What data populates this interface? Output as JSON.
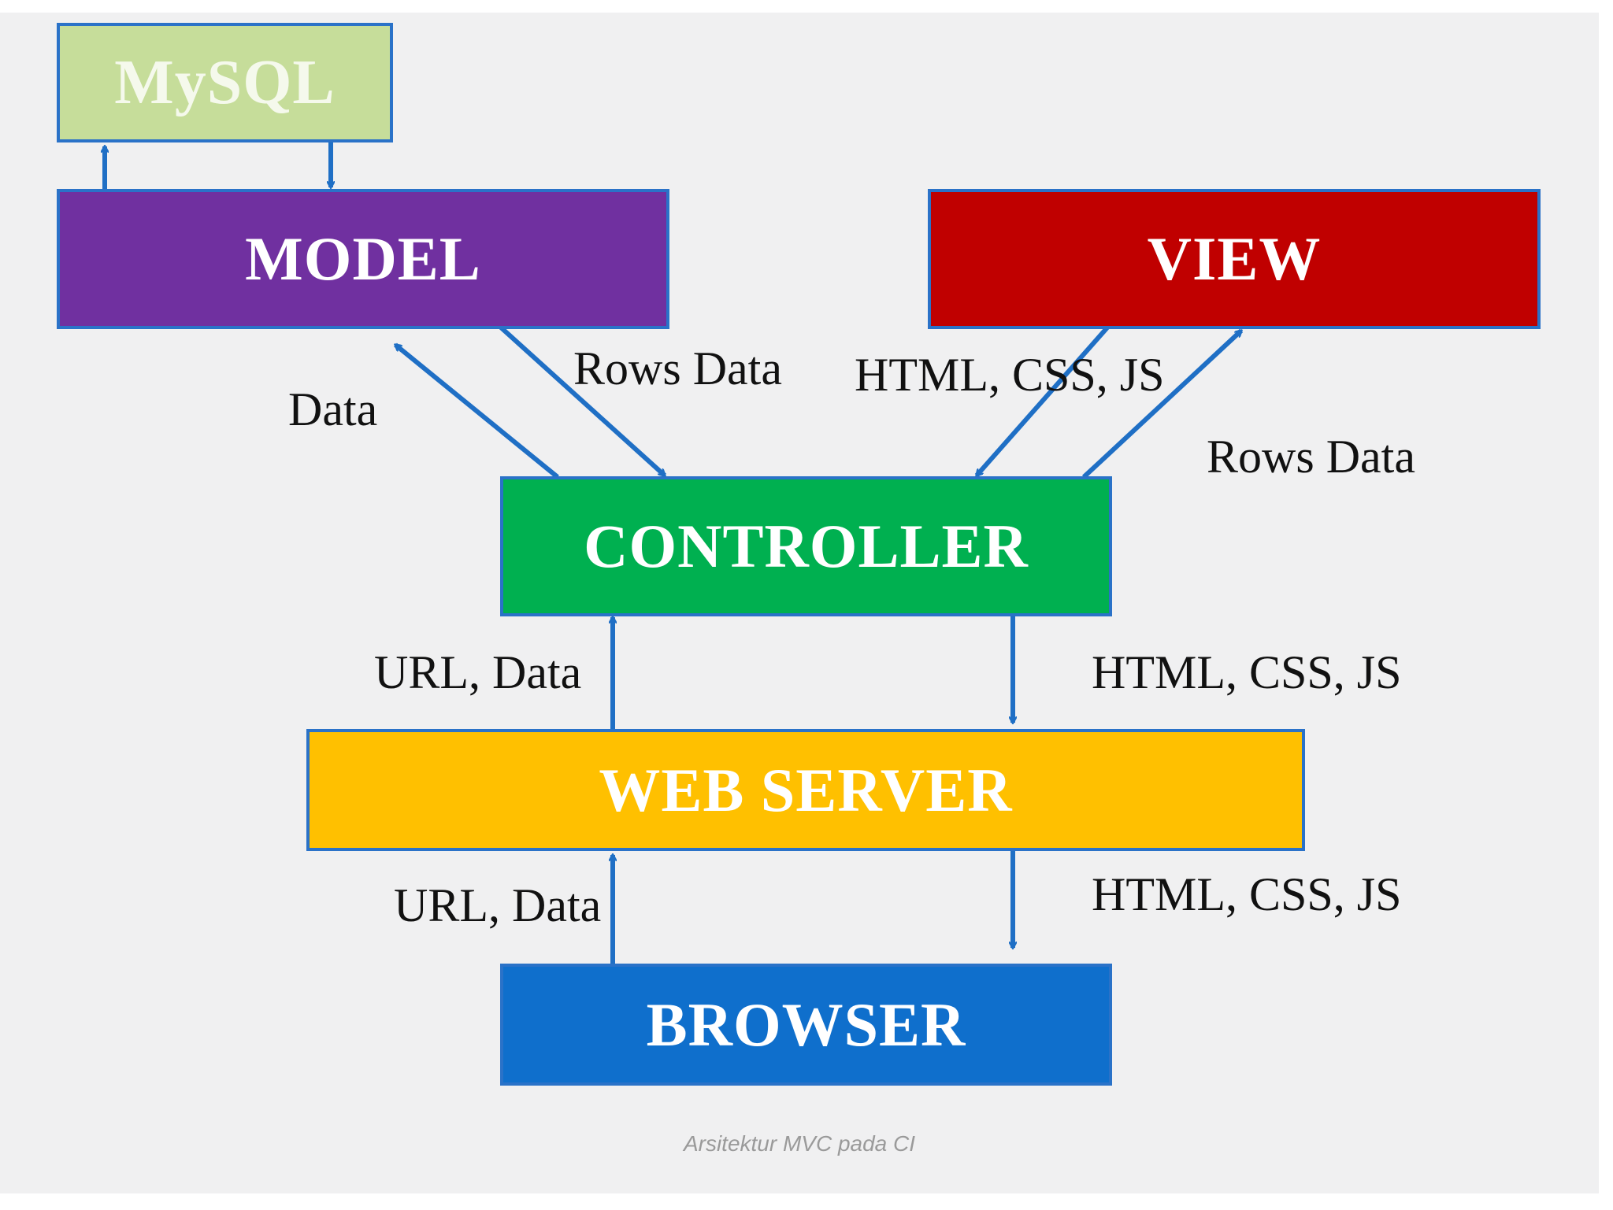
{
  "boxes": {
    "mysql": {
      "label": "MySQL",
      "color": "#c6dd9a",
      "text_color": "#f2f7e8"
    },
    "model": {
      "label": "MODEL",
      "color": "#7030a0"
    },
    "view": {
      "label": "VIEW",
      "color": "#c00000"
    },
    "controller": {
      "label": "CONTROLLER",
      "color": "#00b050"
    },
    "web_server": {
      "label": "WEB SERVER",
      "color": "#ffc000"
    },
    "browser": {
      "label": "BROWSER",
      "color": "#0f6fcc"
    }
  },
  "labels": {
    "model_to_controller": "Rows Data",
    "controller_to_model": "Data",
    "view_to_controller": "HTML, CSS, JS",
    "controller_to_view": "Rows Data",
    "webserver_to_controller": "URL, Data",
    "controller_to_webserver": "HTML, CSS, JS",
    "browser_to_webserver": "URL, Data",
    "webserver_to_browser": "HTML, CSS, JS"
  },
  "caption": "Arsitektur MVC pada CI",
  "arrow_color": "#1f6fc5"
}
